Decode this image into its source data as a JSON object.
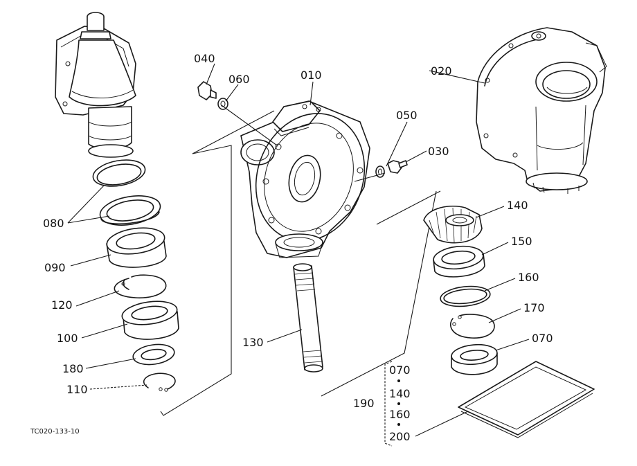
{
  "figure_code": "TC020-133-10",
  "callouts": {
    "p010": "010",
    "p020": "020",
    "p030": "030",
    "p040": "040",
    "p050": "050",
    "p060": "060",
    "p070": "070",
    "p080": "080",
    "p090": "090",
    "p100": "100",
    "p110": "110",
    "p120": "120",
    "p130": "130",
    "p140": "140",
    "p150": "150",
    "p160": "160",
    "p170": "170",
    "p180": "180",
    "p190": "190"
  },
  "kit_190": {
    "items": [
      "070",
      "140",
      "160",
      "200"
    ]
  }
}
